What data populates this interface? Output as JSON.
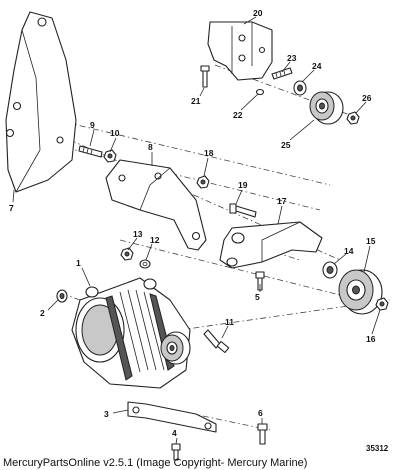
{
  "diagram": {
    "callouts": [
      "1",
      "2",
      "3",
      "4",
      "5",
      "6",
      "7",
      "8",
      "9",
      "10",
      "11",
      "12",
      "13",
      "14",
      "15",
      "16",
      "17",
      "18",
      "19",
      "20",
      "21",
      "22",
      "23",
      "24",
      "25",
      "26"
    ],
    "reference_number": "35312"
  },
  "footer": {
    "text": "MercuryPartsOnline v2.5.1 (Image Copyright- Mercury Marine)"
  }
}
